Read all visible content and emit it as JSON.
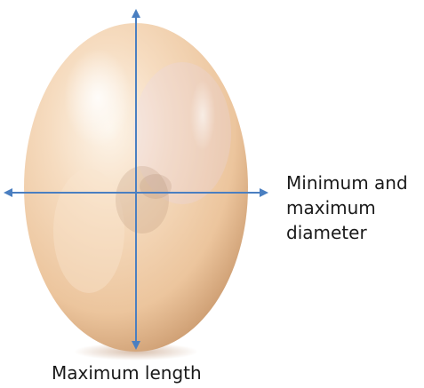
{
  "labels": {
    "diameter": [
      "Minimum and",
      "maximum",
      "diameter"
    ],
    "length": "Maximum length"
  },
  "colors": {
    "arrow": "#4a7fc1",
    "pearl_light": "#fbeede",
    "pearl_mid": "#f0cfa9",
    "pearl_dark": "#c9986c"
  },
  "icons": {
    "pearl": "pearl-image",
    "arrows": "double-headed-arrow"
  }
}
